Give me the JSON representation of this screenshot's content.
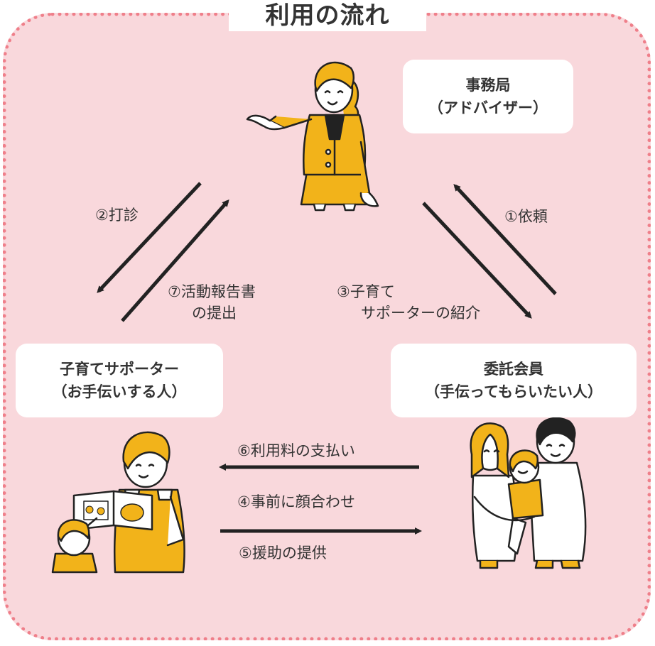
{
  "title": "利用の流れ",
  "nodes": {
    "office": {
      "line1": "事務局",
      "line2": "（アドバイザー）"
    },
    "supporter": {
      "line1": "子育てサポーター",
      "line2": "（お手伝いする人）"
    },
    "member": {
      "line1": "委託会員",
      "line2": "（手伝ってもらいたい人）"
    }
  },
  "steps": {
    "s1": "①依頼",
    "s2": "②打診",
    "s3_line1": "③子育て",
    "s3_line2": "サポーターの紹介",
    "s4": "④事前に顔合わせ",
    "s5": "⑤援助の提供",
    "s6": "⑥利用料の支払い",
    "s7_line1": "⑦活動報告書",
    "s7_line2": "の提出"
  },
  "colors": {
    "background": "#f9d8dc",
    "border": "#ef7f8a",
    "accent_yellow": "#f2b31a",
    "text": "#333333"
  },
  "icons": [
    "advisor-woman-icon",
    "supporter-reading-picture-book-icon",
    "family-icon"
  ]
}
